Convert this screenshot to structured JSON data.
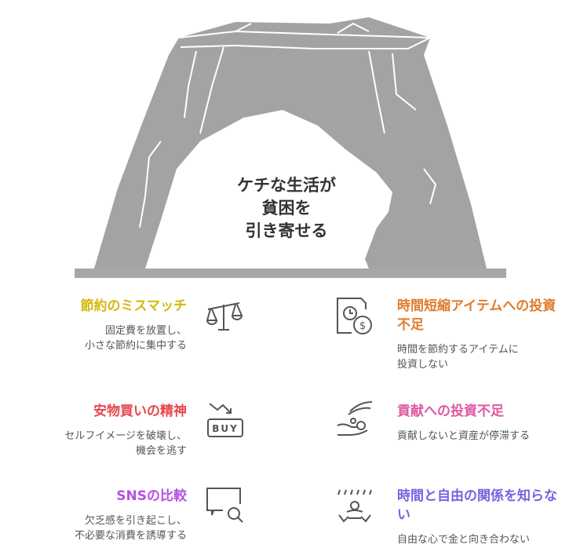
{
  "center_title": [
    "ケチな生活が",
    "貧困を",
    "引き寄せる"
  ],
  "colors": {
    "cliff": "#a3a3a3",
    "ground": "#a8a8a8",
    "text": "#555555"
  },
  "items": [
    {
      "title": "節約のミスマッチ",
      "desc": [
        "固定費を放置し、",
        "小さな節約に集中する"
      ],
      "color": "#d6b70c",
      "icon": "scale-icon"
    },
    {
      "title": "安物買いの精神",
      "desc": [
        "セルフイメージを破壊し、",
        "機会を逃す"
      ],
      "color": "#e5484d",
      "icon": "buy-down-icon"
    },
    {
      "title": "SNSの比較",
      "desc": [
        "欠乏感を引き起こし、",
        "不必要な消費を誘導する"
      ],
      "color": "#b552e0",
      "icon": "chat-search-icon"
    },
    {
      "title": "時間短縮アイテムへの投資不足",
      "desc": [
        "時間を節約するアイテムに",
        "投資しない"
      ],
      "color": "#e07c2c",
      "icon": "time-money-icon"
    },
    {
      "title": "貢献への投資不足",
      "desc": [
        "貢献しないと資産が停滞する"
      ],
      "color": "#df58a3",
      "icon": "giving-hand-icon"
    },
    {
      "title": "時間と自由の関係を知らない",
      "desc": [
        "自由な心で金と向き合わない"
      ],
      "color": "#7b5fe2",
      "icon": "meditation-icon"
    }
  ]
}
